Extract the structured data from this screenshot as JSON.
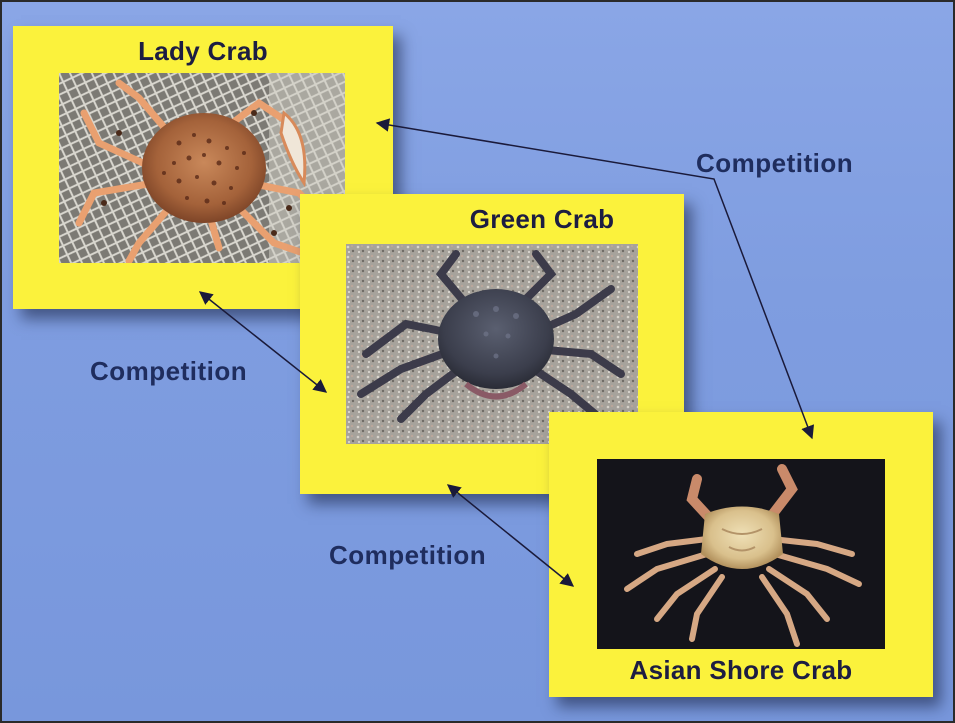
{
  "crabs": {
    "lady": {
      "title": "Lady Crab"
    },
    "green": {
      "title": "Green Crab"
    },
    "asian": {
      "title": "Asian Shore Crab"
    }
  },
  "relationships": [
    {
      "label": "Competition",
      "from": "Lady Crab",
      "to": "Asian Shore Crab"
    },
    {
      "label": "Competition",
      "from": "Lady Crab",
      "to": "Green Crab"
    },
    {
      "label": "Competition",
      "from": "Green Crab",
      "to": "Asian Shore Crab"
    }
  ],
  "colors": {
    "background": "#7f9de0",
    "card": "#fbf23c",
    "text": "#1f2d5e",
    "arrow": "#1a1a3a"
  }
}
